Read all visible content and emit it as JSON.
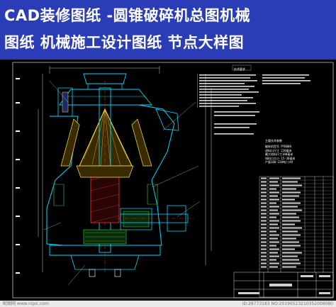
{
  "banner": {
    "line1": "CAD装修图纸 -圆锥破碎机总图机械",
    "line2": "图纸  机械施工设计图纸 节点大样图"
  },
  "drawing": {
    "tech_title": "技术要求",
    "spec_title": "主要技术参数",
    "spec_lines": [
      "破碎机型号  PYB600",
      "进料口尺寸  220毫米",
      "最大给料尺寸180毫米",
      "排料口大小 15-38毫米",
      "产量180-220吨/小时"
    ]
  },
  "footer": {
    "left": "昵图网 www.nipic.com",
    "right": "ID:28773183 NO:20190523210352008080"
  },
  "colors": {
    "banner_bg": "#2a3cb6",
    "cad_bg": "#000000",
    "line_cyan": "#00d8ff",
    "line_yellow": "#ffe23a",
    "line_green": "#3bd43b",
    "line_red": "#ff2a2a",
    "line_white": "#ffffff"
  }
}
